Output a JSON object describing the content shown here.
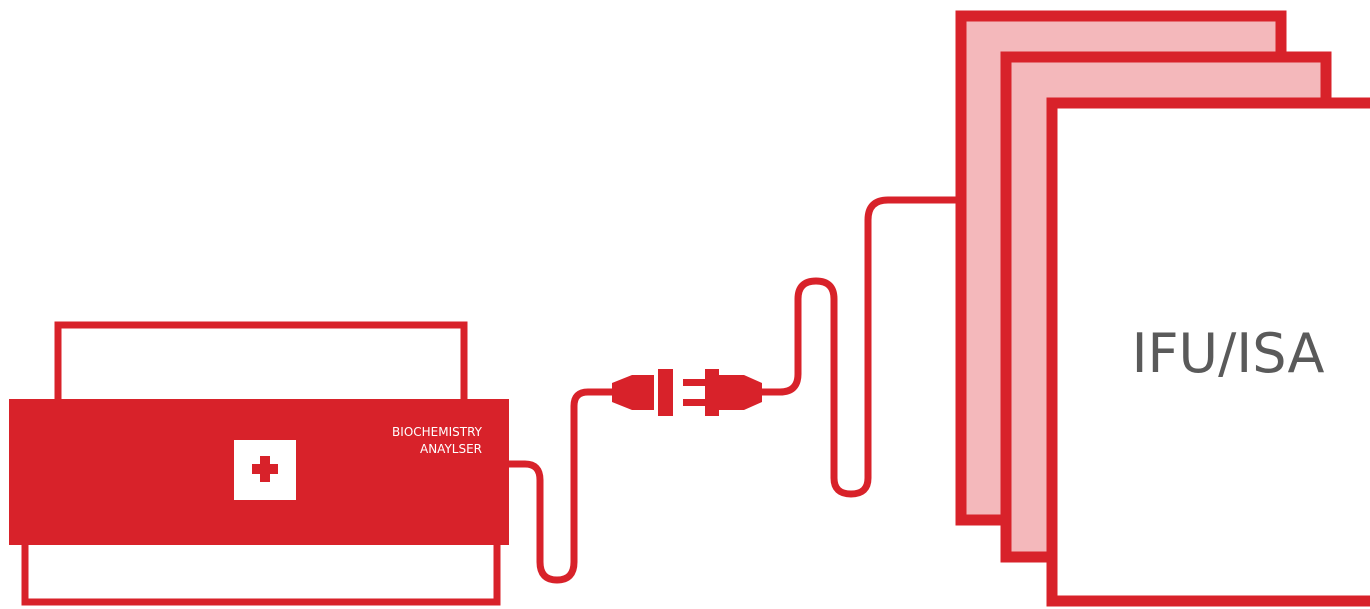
{
  "device": {
    "label_line1": "BIOCHEMISTRY",
    "label_line2": "ANAYLSER",
    "icon": "medical-cross-icon"
  },
  "documents": {
    "title": "IFU/ISA",
    "page_count": 3
  },
  "connector": {
    "socket_icon": "socket-plug-icon",
    "plug_icon": "plug-icon"
  },
  "colors": {
    "primary": "#d8222a",
    "page_tint": "#f4b8bb",
    "text_gray": "#5a5a5a",
    "background": "#ffffff"
  }
}
